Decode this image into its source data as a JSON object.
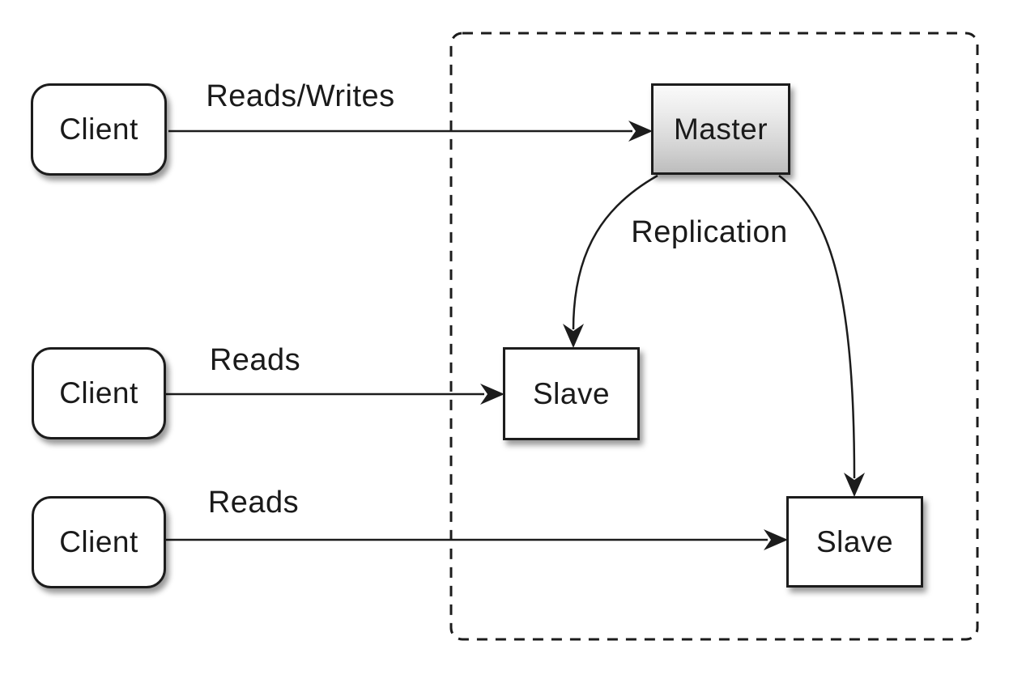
{
  "diagram": {
    "kind": "master-slave-replication-architecture",
    "nodes": {
      "client1": {
        "label": "Client"
      },
      "client2": {
        "label": "Client"
      },
      "client3": {
        "label": "Client"
      },
      "master": {
        "label": "Master"
      },
      "slave1": {
        "label": "Slave"
      },
      "slave2": {
        "label": "Slave"
      }
    },
    "edges": {
      "client1_to_master": {
        "from": "client1",
        "to": "master",
        "label": "Reads/Writes",
        "style": "straight-arrow"
      },
      "client2_to_slave1": {
        "from": "client2",
        "to": "slave1",
        "label": "Reads",
        "style": "straight-arrow"
      },
      "client3_to_slave2": {
        "from": "client3",
        "to": "slave2",
        "label": "Reads",
        "style": "straight-arrow"
      },
      "master_to_slave1": {
        "from": "master",
        "to": "slave1",
        "label": "Replication",
        "style": "curved-arrow"
      },
      "master_to_slave2": {
        "from": "master",
        "to": "slave2",
        "label": "",
        "style": "curved-arrow"
      }
    },
    "boundary": {
      "description": "dashed rounded rectangle enclosing master and both slaves",
      "style": "dashed"
    },
    "colors": {
      "background": "#ffffff",
      "stroke": "#1c1c1c",
      "node_fill": "#ffffff",
      "master_fill_top": "#fafafa",
      "master_fill_bottom": "#bdbdbd",
      "text": "#1a1a1a"
    }
  }
}
